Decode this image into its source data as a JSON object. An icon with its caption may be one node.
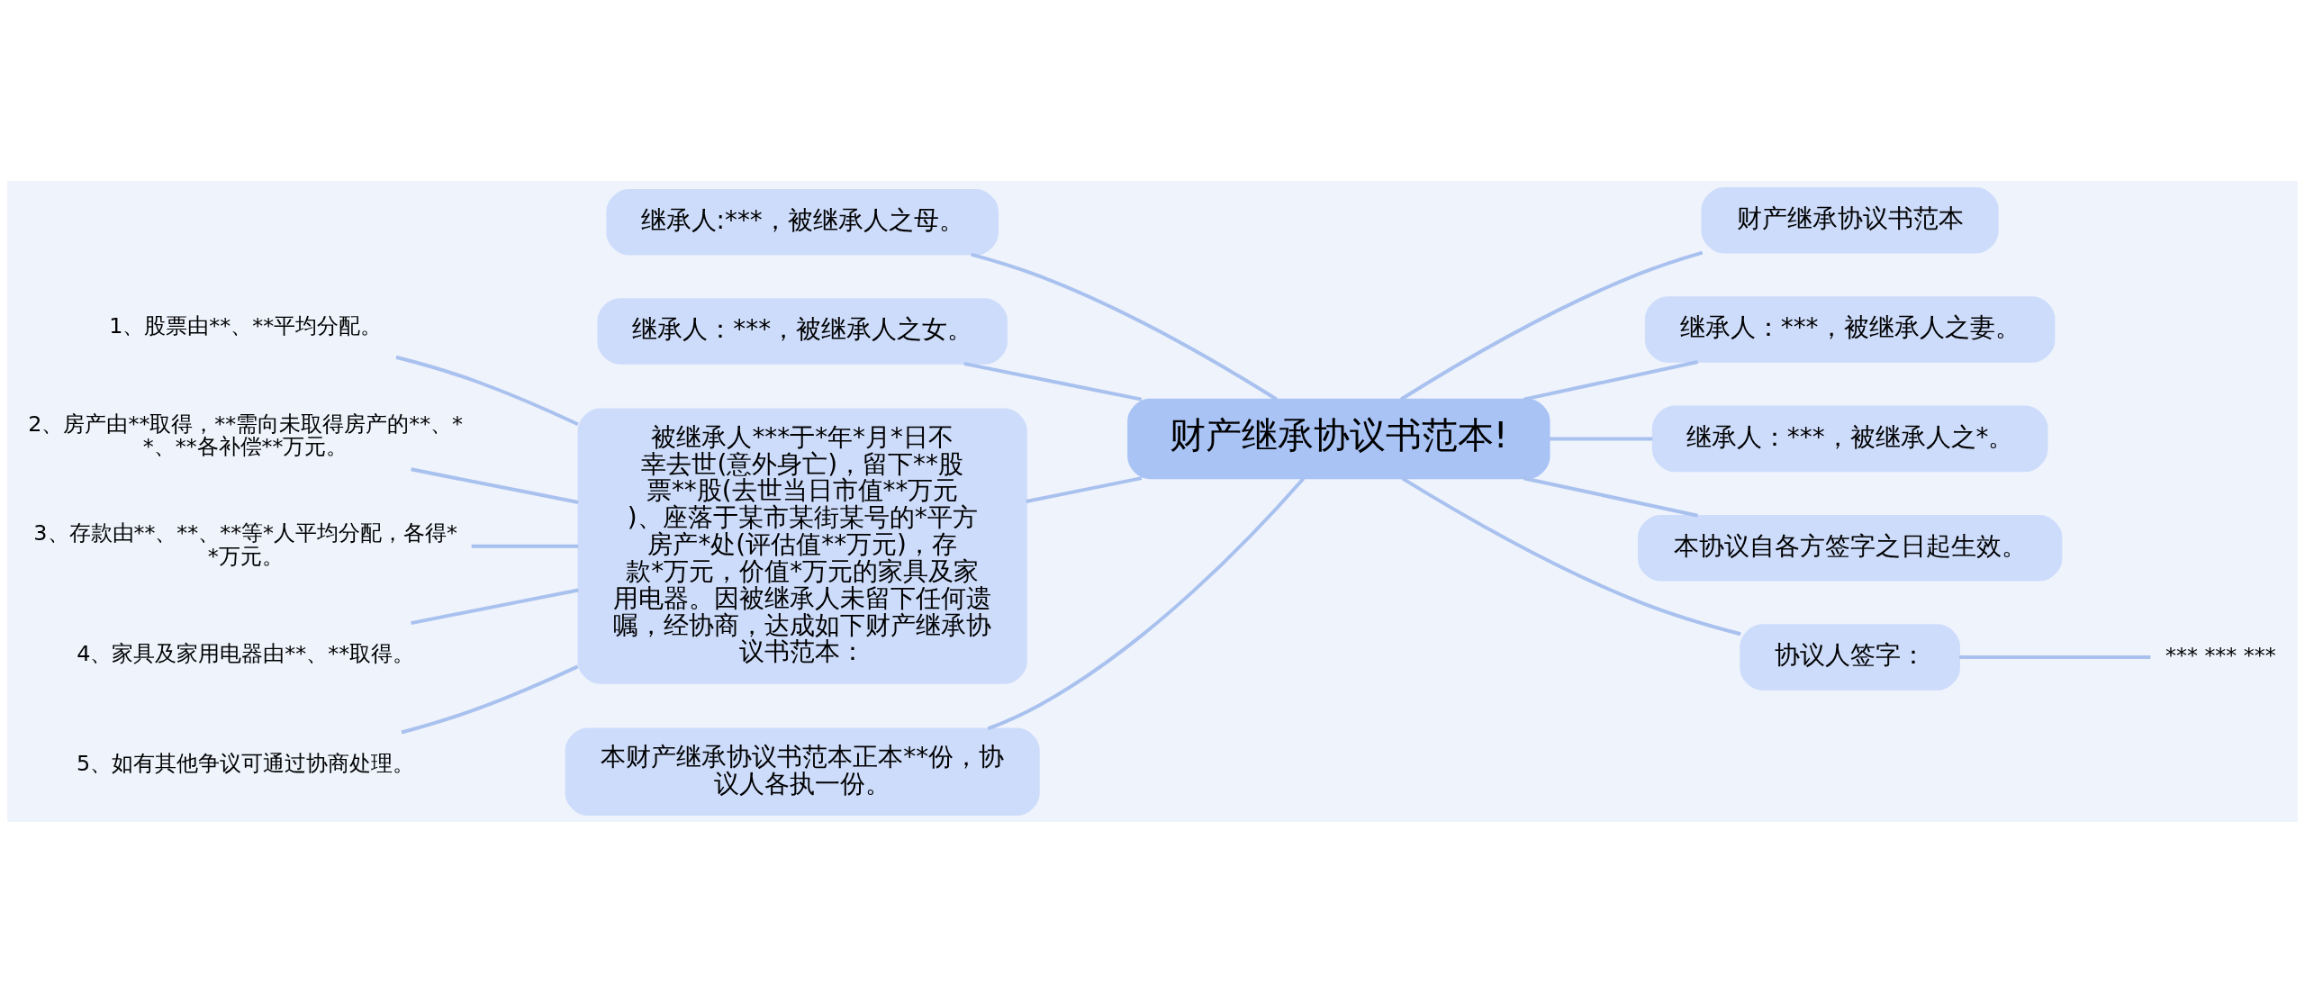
{
  "diagram": {
    "nodes": [
      {
        "text": [
          "财产继承协议书范本!"
        ]
      },
      {
        "text": [
          "继承人:***，被继承人之母。"
        ]
      },
      {
        "text": [
          "继承人：***，被继承人之女。"
        ]
      },
      {
        "text": [
          "被继承人***于*年*月*日不幸去世(意外身亡)，留下**股票**股(去世当日市值**万元)、座落于某市某街某号的*平方房产*处(评估值**万元)，存款*万元，价值*万元的家具及家用电器。因被继承人未留下任何遗嘱，经协商，达成如下财产继承协议书范本："
        ]
      },
      {
        "text": [
          "1、股票由**、**平均分配。"
        ]
      },
      {
        "text": [
          "2、房产由**取得，**需向未取得房产的**、**、**各补偿**万元。"
        ]
      },
      {
        "text": [
          "3、存款由**、**、**等*人平均分配，各得**万元。"
        ]
      },
      {
        "text": [
          "4、家具及家用电器由**、**取得。"
        ]
      },
      {
        "text": [
          "5、如有其他争议可通过协商处理。"
        ]
      },
      {
        "text": [
          "本财产继承协议书范本正本**份，协议人各执一份。"
        ]
      },
      {
        "text": [
          "财产继承协议书范本"
        ]
      },
      {
        "text": [
          "继承人：***，被继承人之妻。"
        ]
      },
      {
        "text": [
          "继承人：***，被继承人之*。"
        ]
      },
      {
        "text": [
          "本协议自各方签字之日起生效。"
        ]
      },
      {
        "text": [
          "协议人签字："
        ]
      },
      {
        "text": [
          "*** *** ***"
        ]
      }
    ],
    "edges": [
      {
        "from": 0,
        "to": 1,
        "arrow": "none"
      },
      {
        "from": 0,
        "to": 2,
        "arrow": "none"
      },
      {
        "from": 0,
        "to": 3,
        "arrow": "none"
      },
      {
        "from": 3,
        "to": 4,
        "arrow": "none"
      },
      {
        "from": 3,
        "to": 5,
        "arrow": "none"
      },
      {
        "from": 3,
        "to": 6,
        "arrow": "none"
      },
      {
        "from": 3,
        "to": 7,
        "arrow": "none"
      },
      {
        "from": 3,
        "to": 8,
        "arrow": "none"
      },
      {
        "from": 0,
        "to": 9,
        "arrow": "none"
      },
      {
        "from": 0,
        "to": 10,
        "arrow": "none"
      },
      {
        "from": 0,
        "to": 11,
        "arrow": "none"
      },
      {
        "from": 0,
        "to": 12,
        "arrow": "none"
      },
      {
        "from": 0,
        "to": 13,
        "arrow": "none"
      },
      {
        "from": 0,
        "to": 14,
        "arrow": "none"
      },
      {
        "from": 14,
        "to": 15,
        "arrow": "none"
      }
    ]
  }
}
